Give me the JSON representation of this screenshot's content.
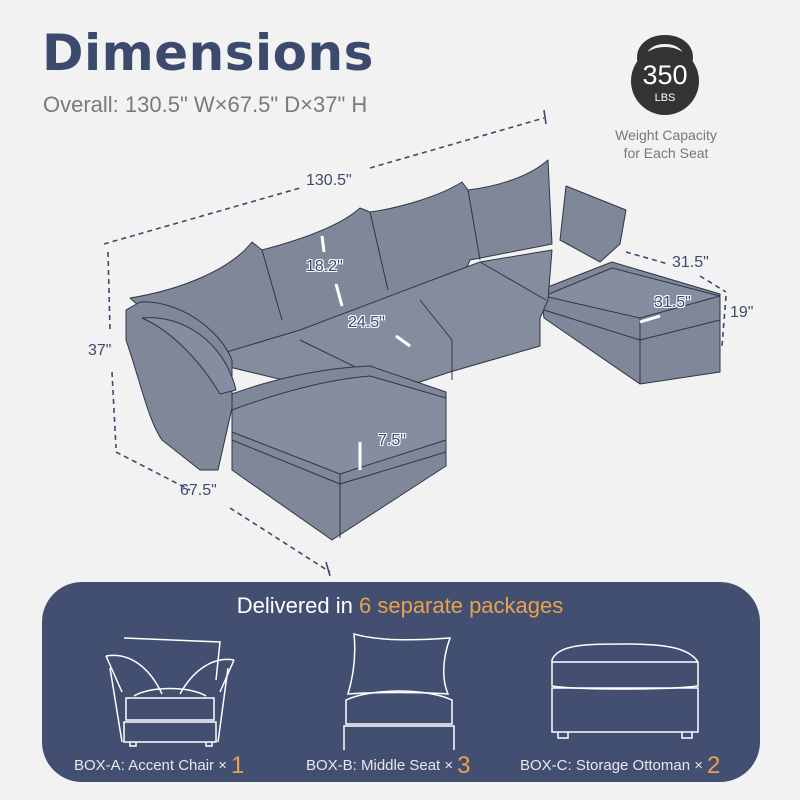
{
  "header": {
    "title": "Dimensions",
    "subtitle": "Overall: 130.5\" W×67.5\" D×37\" H"
  },
  "weight_badge": {
    "icon": "kettlebell-icon",
    "value": "350",
    "unit": "LBS",
    "caption_line1": "Weight Capacity",
    "caption_line2": "for Each Seat"
  },
  "dimensions": {
    "overall_width": "130.5\"",
    "overall_depth": "67.5\"",
    "overall_height": "37\"",
    "back_height": "18.2\"",
    "seat_depth": "24.5\"",
    "ottoman_height_cushion": "7.5\"",
    "ottoman_width": "31.5\"",
    "ottoman_depth": "31.5\"",
    "ottoman_height": "19\""
  },
  "colors": {
    "title": "#3c4a6e",
    "panel": "#424f70",
    "accent": "#e8a24e",
    "sofa": "#7f8799",
    "background": "#f2f2f2"
  },
  "packages": {
    "title_prefix": "Delivered in ",
    "title_accent": "6 separate packages",
    "boxes": [
      {
        "label": "BOX-A: Accent Chair ×",
        "qty": "1",
        "icon": "accent-chair-icon"
      },
      {
        "label": "BOX-B: Middle Seat ×",
        "qty": "3",
        "icon": "middle-seat-icon"
      },
      {
        "label": "BOX-C: Storage Ottoman ×",
        "qty": "2",
        "icon": "storage-ottoman-icon"
      }
    ]
  }
}
